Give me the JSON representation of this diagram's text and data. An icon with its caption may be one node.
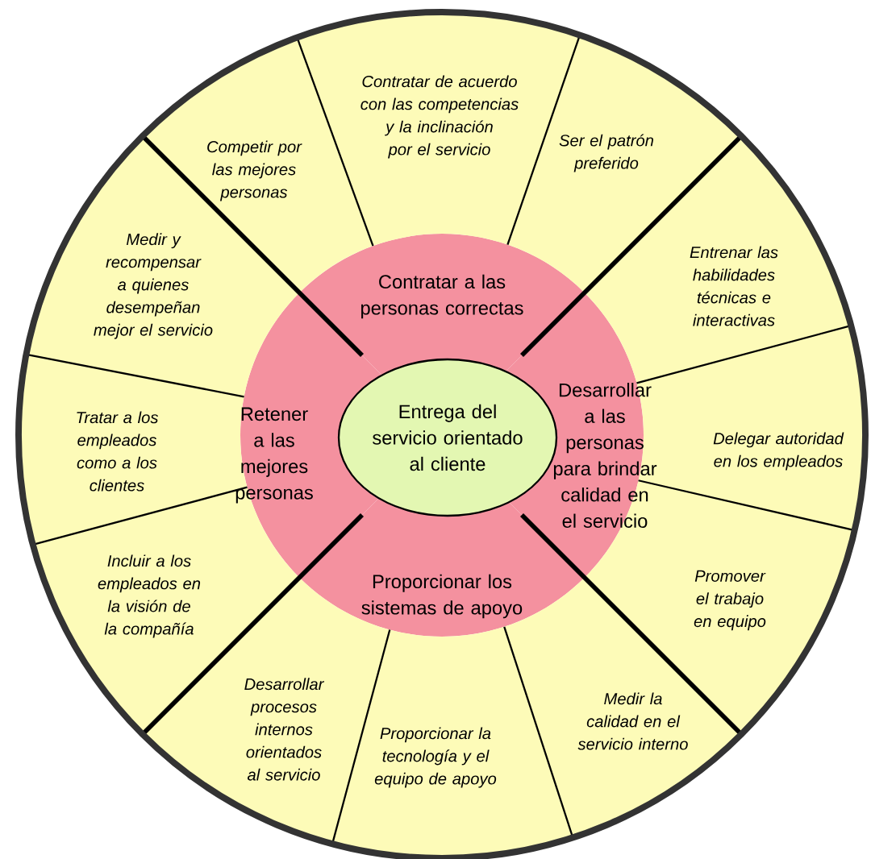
{
  "diagram": {
    "nodes": [
      {
        "text": [
          "Entrega del servicio orientado al cliente"
        ]
      },
      {
        "text": [
          "Contratar a las personas correctas"
        ]
      },
      {
        "text": [
          "Desarrollar a las personas para brindar calidad en el servicio"
        ]
      },
      {
        "text": [
          "Proporcionar los sistemas de apoyo"
        ]
      },
      {
        "text": [
          "Retener a las mejores personas"
        ]
      },
      {
        "text": [
          "Competir por las mejores personas"
        ]
      },
      {
        "text": [
          "Contratar de acuerdo con las competencias y la inclinación por el servicio"
        ]
      },
      {
        "text": [
          "Ser el patrón preferido"
        ]
      },
      {
        "text": [
          "Entrenar las habilidades técnicas e interactivas"
        ]
      },
      {
        "text": [
          "Delegar autoridad en los empleados"
        ]
      },
      {
        "text": [
          "Promover el trabajo en equipo"
        ]
      },
      {
        "text": [
          "Medir la calidad en el servicio interno"
        ]
      },
      {
        "text": [
          "Proporcionar la tecnología y el equipo de apoyo"
        ]
      },
      {
        "text": [
          "Desarrollar procesos internos orientados al servicio"
        ]
      },
      {
        "text": [
          "Incluir a los empleados en la visión de la compañía"
        ]
      },
      {
        "text": [
          "Tratar a los empleados como a los clientes"
        ]
      },
      {
        "text": [
          "Medir y recompensar a quienes desempeñan mejor el servicio"
        ]
      }
    ]
  }
}
